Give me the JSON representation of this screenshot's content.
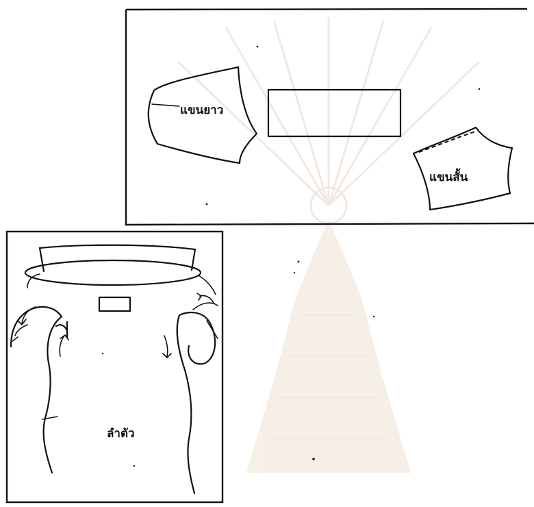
{
  "labels": {
    "long_sleeve": "แขนยาว",
    "short_sleeve": "แขนสั้น",
    "body": "ลำตัว"
  },
  "colors": {
    "ink": "#111111",
    "paper": "#ffffff",
    "watermark": "#f1e6dc"
  }
}
